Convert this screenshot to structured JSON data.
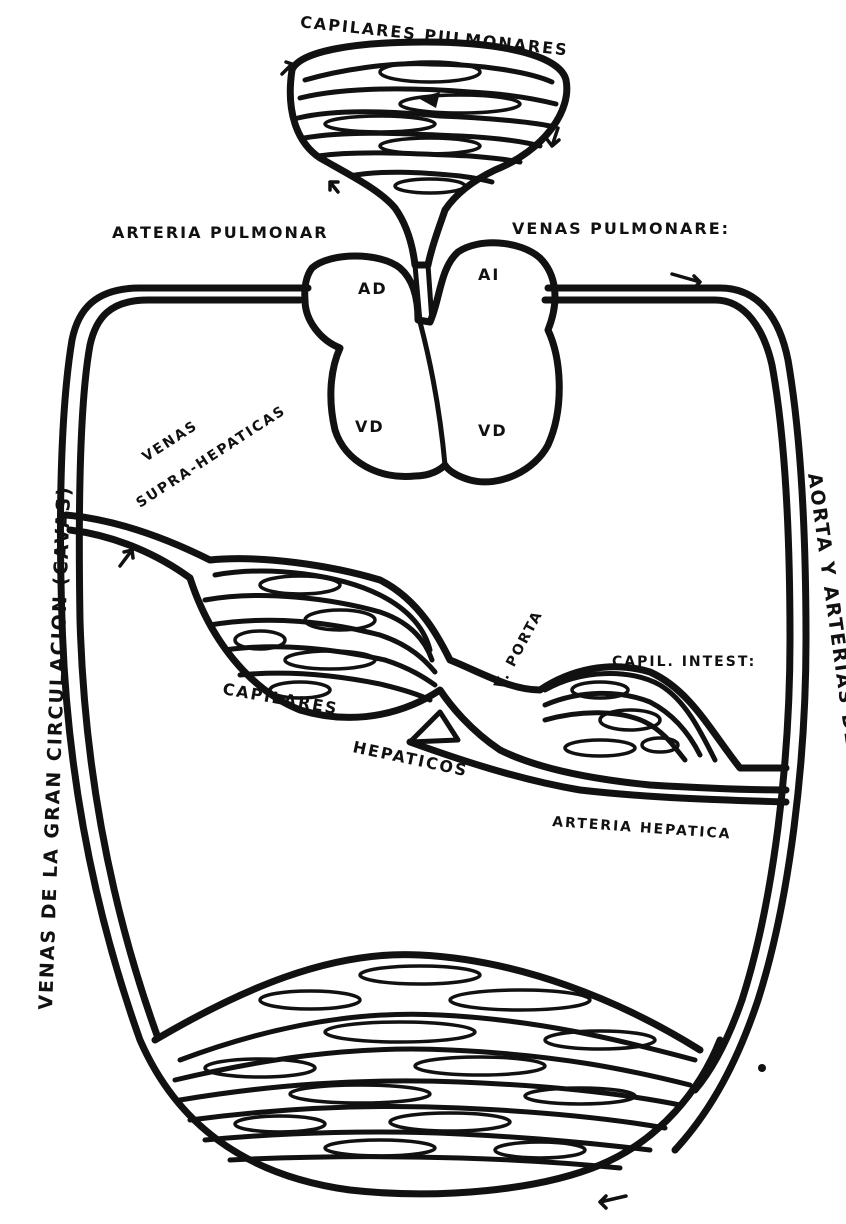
{
  "labels": {
    "capilares_pulmonares": "CAPILARES PULMONARES",
    "arteria_pulmonar": "ARTERIA PULMONAR",
    "venas_pulmonares": "VENAS PULMONARE:",
    "ad": "AD",
    "ai": "AI",
    "vd_right": "VD",
    "vd_left": "VD",
    "venas": "VENAS",
    "supra_hepaticas": "SUPRA-HEPATICAS",
    "vena_porta": "V. PORTA",
    "capil_intest": "CAPIL. INTEST:",
    "capilares_hepaticos_1": "CAPILARES",
    "capilares_hepaticos_2": "HEPATICOS",
    "arteria_hepatica": "ARTERIA HEPATICA",
    "venas_gran_circulacion": "VENAS DE LA GRAN CIRCULACION (CAVAS)",
    "aorta_arterias": "AORTA Y ARTERIAS DE LA GRAN CIRCULACION"
  }
}
